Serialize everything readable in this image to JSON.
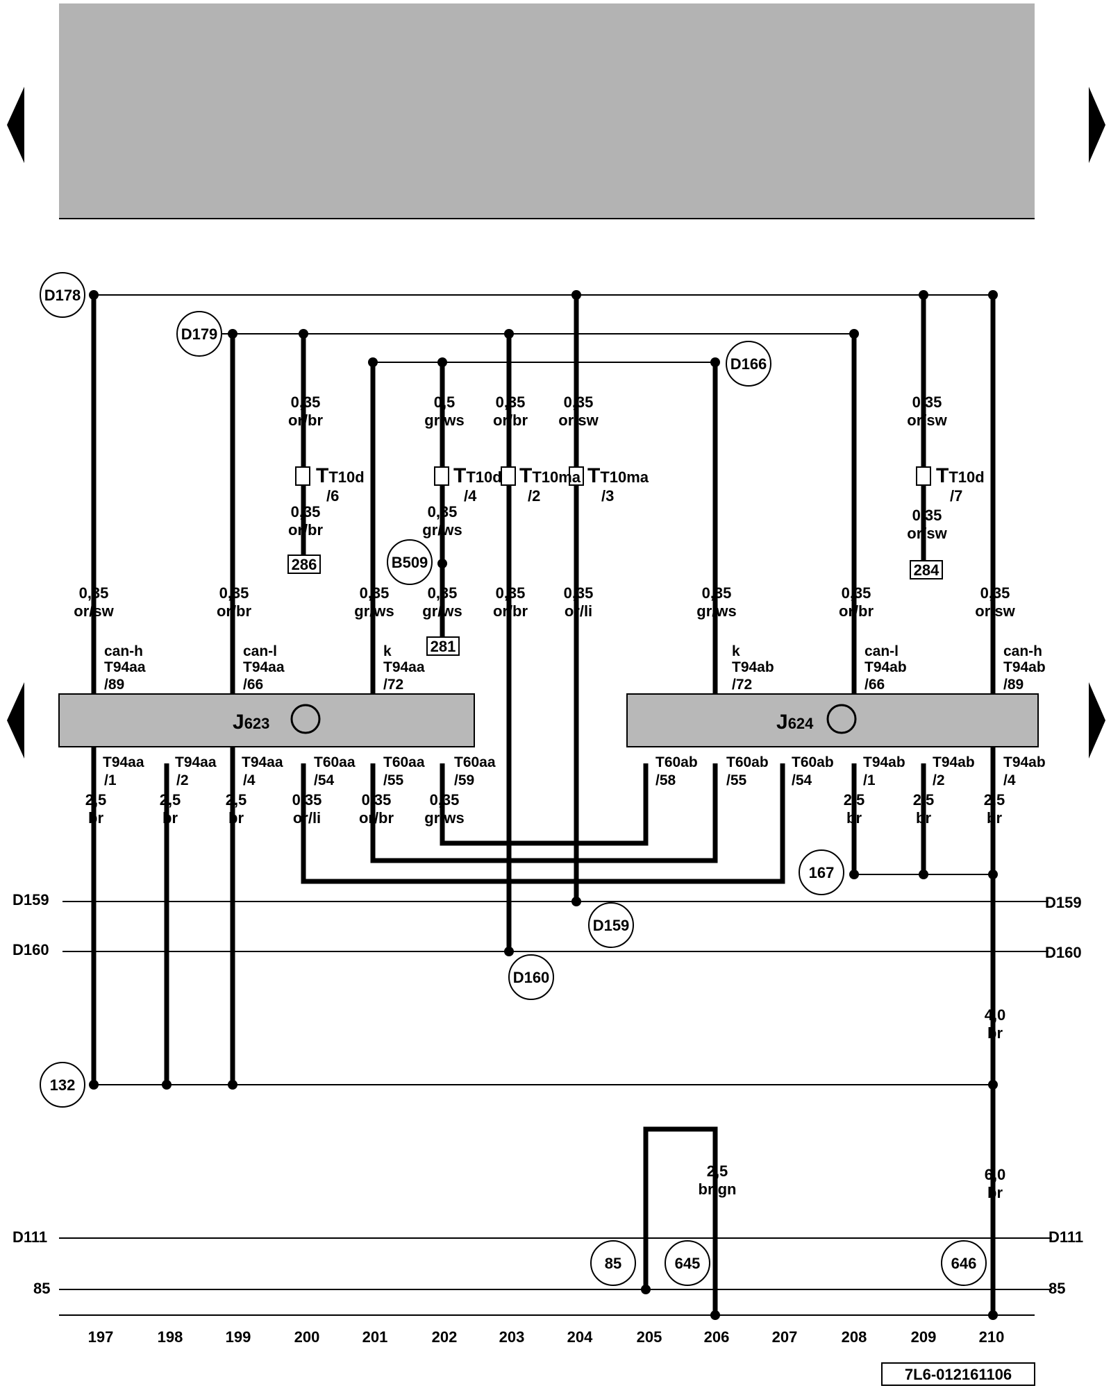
{
  "colors": {
    "header_box": "#b3b3b3",
    "module_box": "#b8b8b8",
    "wire": "#000000"
  },
  "nav": {
    "left_arrow_icon": "triangle-left-icon",
    "right_arrow_icon": "triangle-right-icon"
  },
  "modules": [
    {
      "name": "J",
      "sub": "623",
      "icon": "transistor-icon"
    },
    {
      "name": "J",
      "sub": "624",
      "icon": "transistor-icon"
    }
  ],
  "circles": [
    "D178",
    "D179",
    "D166",
    "B509",
    "D159",
    "D160",
    "167",
    "132",
    "85",
    "645",
    "646"
  ],
  "boxes": [
    "286",
    "281",
    "284"
  ],
  "buses": {
    "left": [
      "D159",
      "D160",
      "D111",
      "85"
    ],
    "right": [
      "D159",
      "D160",
      "D111",
      "85"
    ]
  },
  "wires_top": [
    {
      "size": "0,35",
      "color": "or/sw"
    },
    {
      "size": "0,35",
      "color": "or/br"
    },
    {
      "size": "0,35",
      "color": "gr/ws"
    },
    {
      "size": "0,35",
      "color": "gr/ws"
    },
    {
      "size": "0,35",
      "color": "or/br"
    },
    {
      "size": "0,35",
      "color": "or/li"
    },
    {
      "size": "0,35",
      "color": "gr/ws"
    },
    {
      "size": "0,35",
      "color": "or/br"
    },
    {
      "size": "0,35",
      "color": "or/sw"
    }
  ],
  "wires_upper": [
    {
      "size": "0,35",
      "color": "or/br"
    },
    {
      "size": "0,5",
      "color": "gr/ws"
    },
    {
      "size": "0,35",
      "color": "or/br"
    },
    {
      "size": "0,35",
      "color": "or/sw"
    },
    {
      "size": "0,35",
      "color": "or/sw"
    },
    {
      "size": "0,35",
      "color": "or/br"
    },
    {
      "size": "0,35",
      "color": "gr/ws"
    },
    {
      "size": "0,35",
      "color": "or/sw"
    }
  ],
  "conn_upper": [
    {
      "name": "T10d",
      "pin": "/6"
    },
    {
      "name": "T10d",
      "pin": "/4"
    },
    {
      "name": "T10ma",
      "pin": "/2"
    },
    {
      "name": "T10ma",
      "pin": "/3"
    },
    {
      "name": "T10d",
      "pin": "/7"
    }
  ],
  "pins_top": [
    {
      "sig": "can-h",
      "conn": "T94aa",
      "pin": "/89"
    },
    {
      "sig": "can-l",
      "conn": "T94aa",
      "pin": "/66"
    },
    {
      "sig": "k",
      "conn": "T94aa",
      "pin": "/72"
    },
    {
      "sig": "k",
      "conn": "T94ab",
      "pin": "/72"
    },
    {
      "sig": "can-l",
      "conn": "T94ab",
      "pin": "/66"
    },
    {
      "sig": "can-h",
      "conn": "T94ab",
      "pin": "/89"
    }
  ],
  "pins_bottom": [
    {
      "conn": "T94aa",
      "pin": "/1",
      "size": "2,5",
      "color": "br"
    },
    {
      "conn": "T94aa",
      "pin": "/2",
      "size": "2,5",
      "color": "br"
    },
    {
      "conn": "T94aa",
      "pin": "/4",
      "size": "2,5",
      "color": "br"
    },
    {
      "conn": "T60aa",
      "pin": "/54",
      "size": "0,35",
      "color": "or/li"
    },
    {
      "conn": "T60aa",
      "pin": "/55",
      "size": "0,35",
      "color": "or/br"
    },
    {
      "conn": "T60aa",
      "pin": "/59",
      "size": "0,35",
      "color": "gr/ws"
    },
    {
      "conn": "T60ab",
      "pin": "/58",
      "size": "",
      "color": ""
    },
    {
      "conn": "T60ab",
      "pin": "/55",
      "size": "",
      "color": ""
    },
    {
      "conn": "T60ab",
      "pin": "/54",
      "size": "",
      "color": ""
    },
    {
      "conn": "T94ab",
      "pin": "/1",
      "size": "2,5",
      "color": "br"
    },
    {
      "conn": "T94ab",
      "pin": "/2",
      "size": "2,5",
      "color": "br"
    },
    {
      "conn": "T94ab",
      "pin": "/4",
      "size": "2,5",
      "color": "br"
    }
  ],
  "wires_lower": [
    {
      "size": "4,0",
      "color": "br"
    },
    {
      "size": "6,0",
      "color": "br"
    },
    {
      "size": "2,5",
      "color": "br/gn"
    }
  ],
  "columns": [
    "197",
    "198",
    "199",
    "200",
    "201",
    "202",
    "203",
    "204",
    "205",
    "206",
    "207",
    "208",
    "209",
    "210"
  ],
  "footer": {
    "code": "7L6-012161106"
  }
}
